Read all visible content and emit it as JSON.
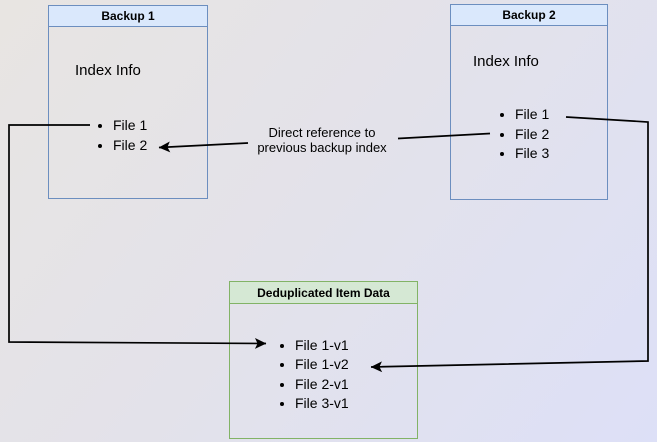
{
  "colors": {
    "blue_border": "#6c8ebf",
    "blue_fill": "#dae8fc",
    "green_border": "#82b366",
    "green_fill": "#d5e8d4",
    "arrow": "#000000",
    "text": "#000000"
  },
  "diagram": {
    "backup1": {
      "title": "Backup 1",
      "section_label": "Index Info",
      "files": [
        "File 1",
        "File 2"
      ]
    },
    "backup2": {
      "title": "Backup 2",
      "section_label": "Index Info",
      "files": [
        "File 1",
        "File 2",
        "File 3"
      ]
    },
    "dedup": {
      "title": "Deduplicated Item Data",
      "items": [
        "File 1-v1",
        "File 1-v2",
        "File 2-v1",
        "File 3-v1"
      ]
    },
    "edge_label": {
      "line1": "Direct reference to",
      "line2": "previous backup index"
    }
  }
}
